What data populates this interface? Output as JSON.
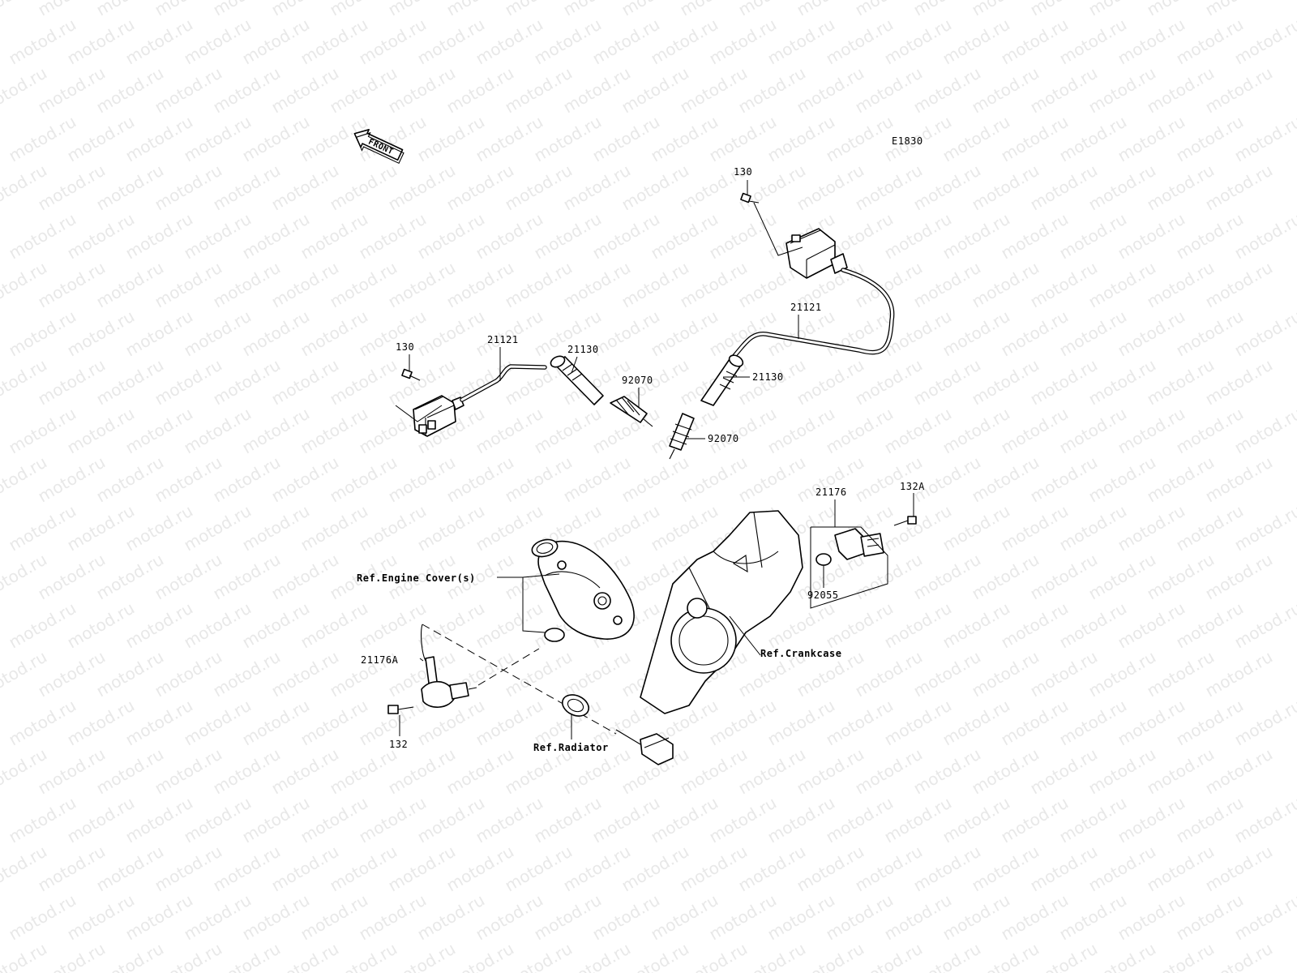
{
  "watermark": {
    "text": "motod.ru",
    "color": "#e6e6e6"
  },
  "diagram_code": "E1830",
  "front_marker": "FRONT",
  "callouts": {
    "bolt_130_left": "130",
    "bolt_130_right": "130",
    "cable_21121_left": "21121",
    "cable_21121_right": "21121",
    "cap_21130_left": "21130",
    "cap_21130_right": "21130",
    "plug_92070_left": "92070",
    "plug_92070_right": "92070",
    "sensor_21176": "21176",
    "bolt_132A": "132A",
    "oring_92055": "92055",
    "sensor_21176A": "21176A",
    "bolt_132": "132"
  },
  "references": {
    "engine_cover": "Ref.Engine Cover(s)",
    "crankcase": "Ref.Crankcase",
    "radiator": "Ref.Radiator"
  },
  "colors": {
    "line": "#000000",
    "background": "#ffffff"
  }
}
